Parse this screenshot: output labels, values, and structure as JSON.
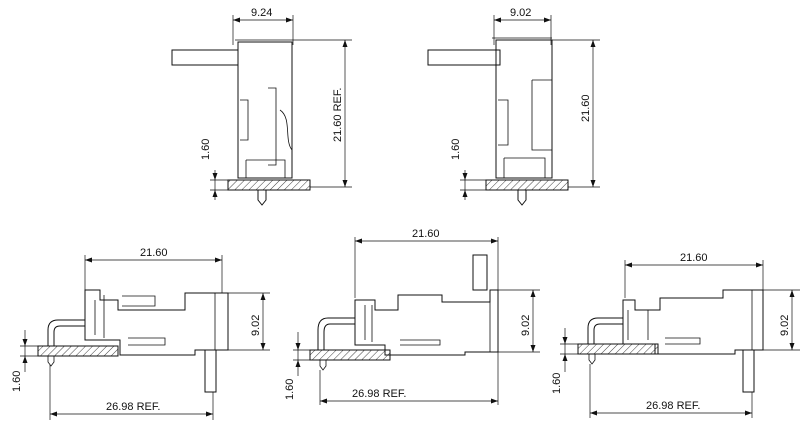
{
  "views": {
    "top_left": {
      "width_dim": "9.24",
      "height_dim": "21.60 REF.",
      "pcb_dim": "1.60"
    },
    "top_right": {
      "width_dim": "9.02",
      "height_dim": "21.60",
      "pcb_dim": "1.60"
    },
    "bottom_left": {
      "length_dim": "21.60",
      "height_dim": "9.02",
      "overall_dim": "26.98 REF.",
      "pcb_dim": "1.60"
    },
    "bottom_center": {
      "length_dim": "21.60",
      "height_dim": "9.02",
      "overall_dim": "26.98 REF.",
      "pcb_dim": "1.60"
    },
    "bottom_right": {
      "length_dim": "21.60",
      "height_dim": "9.02",
      "overall_dim": "26.98 REF.",
      "pcb_dim": "1.60"
    }
  }
}
